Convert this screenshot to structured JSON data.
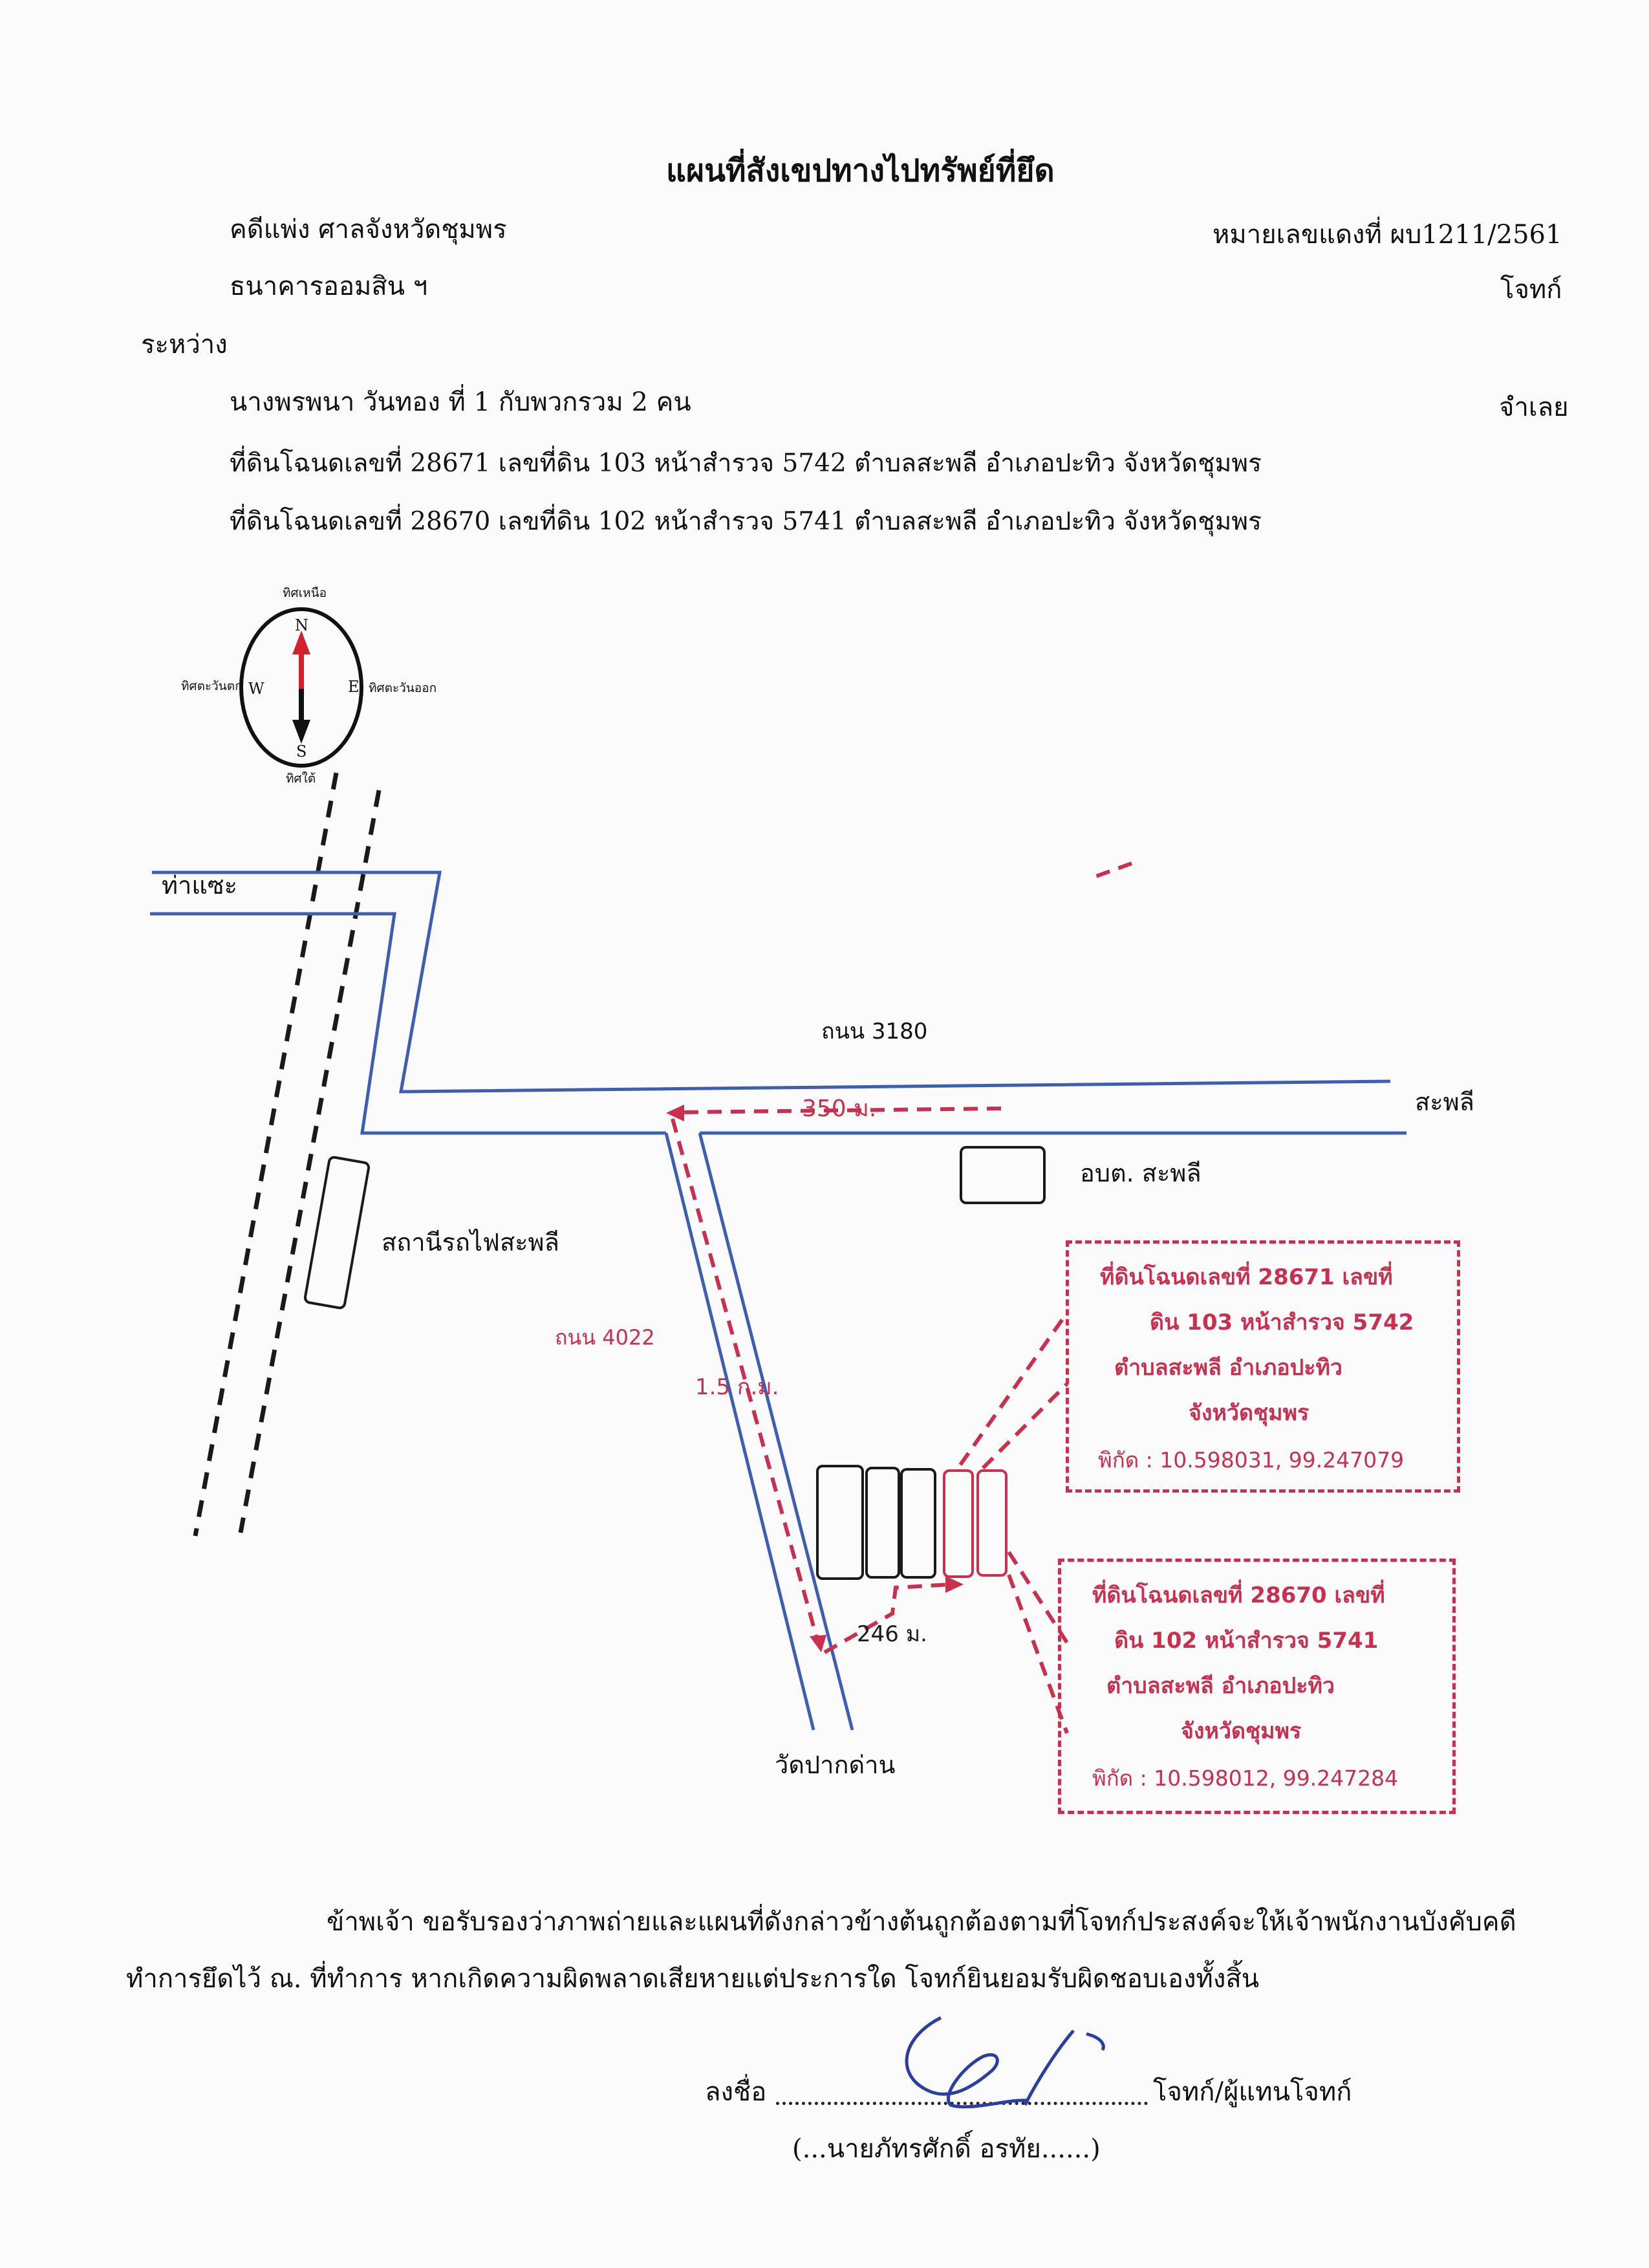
{
  "header": {
    "title": "แผนที่สังเขปทางไปทรัพย์ที่ยึด",
    "case_line": "คดีแพ่ง ศาลจังหวัดชุมพร",
    "case_number": "หมายเลขแดงที่ ผบ1211/2561",
    "plaintiff_name": "ธนาคารออมสิน ฯ",
    "plaintiff_role": "โจทก์",
    "between": "ระหว่าง",
    "defendant_name": "นางพรพนา วันทอง ที่ 1 กับพวกรวม 2 คน",
    "defendant_role": "จำเลย",
    "parcel_1": "ที่ดินโฉนดเลขที่ 28671 เลขที่ดิน 103 หน้าสำรวจ 5742 ตำบลสะพลี อำเภอปะทิว จังหวัดชุมพร",
    "parcel_2": "ที่ดินโฉนดเลขที่ 28670 เลขที่ดิน 102 หน้าสำรวจ 5741 ตำบลสะพลี อำเภอปะทิว จังหวัดชุมพร"
  },
  "compass": {
    "north": "ทิศเหนือ",
    "south": "ทิศใต้",
    "east": "ทิศตะวันออก",
    "west": "ทิศตะวันตก",
    "n": "N",
    "s": "S",
    "e": "E",
    "w": "W"
  },
  "map": {
    "tha_sae": "ท่าแซะ",
    "road_3180": "ถนน 3180",
    "sapli": "สะพลี",
    "dist_350": "350 ม.",
    "obt": "อบต. สะพลี",
    "station": "สถานีรถไฟสะพลี",
    "road_4022": "ถนน 4022",
    "dist_15": "1.5 ก.ม.",
    "dist_246": "246 ม.",
    "wat": "วัดปากด่าน",
    "colors": {
      "road": "#3e5fb0",
      "route": "#c9304f",
      "rail": "#1a1a1a"
    }
  },
  "parcels": [
    {
      "line1": "ที่ดินโฉนดเลขที่ 28671 เลขที่",
      "line2": "ดิน 103 หน้าสำรวจ 5742",
      "line3": "ตำบลสะพลี อำเภอปะทิว",
      "line4": "จังหวัดชุมพร",
      "coords": "พิกัด : 10.598031, 99.247079"
    },
    {
      "line1": "ที่ดินโฉนดเลขที่ 28670 เลขที่",
      "line2": "ดิน 102 หน้าสำรวจ 5741",
      "line3": "ตำบลสะพลี อำเภอปะทิว",
      "line4": "จังหวัดชุมพร",
      "coords": "พิกัด : 10.598012, 99.247284"
    }
  ],
  "footer": {
    "certify_1": "ข้าพเจ้า ขอรับรองว่าภาพถ่ายและแผนที่ดังกล่าวข้างต้นถูกต้องตามที่โจทก์ประสงค์จะให้เจ้าพนักงานบังคับคดี",
    "certify_2": "ทำการยึดไว้ ณ. ที่ทำการ หากเกิดความผิดพลาดเสียหายแต่ประการใด โจทก์ยินยอมรับผิดชอบเองทั้งสิ้น",
    "sign_label": "ลงชื่อ",
    "sign_role": "โจทก์/ผู้แทนโจทก์",
    "signer": "(...นายภัทรศักดิ์ อรทัย......)"
  }
}
